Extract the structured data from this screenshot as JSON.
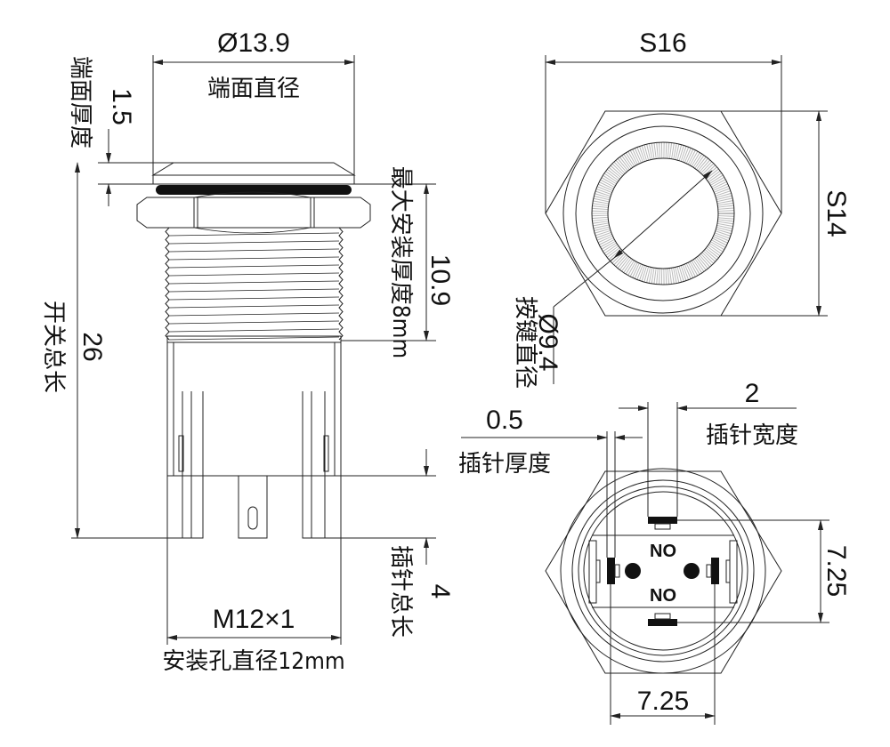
{
  "side_view": {
    "face_diameter_value": "Ø13.9",
    "face_diameter_label": "端面直径",
    "face_thickness_value": "1.5",
    "face_thickness_label": "端面厚度",
    "total_length_value": "26",
    "total_length_label": "开关总长",
    "max_panel_value": "10.9",
    "max_panel_label": "最大安装厚度8mm",
    "pin_length_value": "4",
    "pin_length_label": "插针总长",
    "thread_value": "M12×1",
    "thread_label": "安装孔直径12mm"
  },
  "top_view": {
    "hex_width_value": "S16",
    "hex_flat_value": "S14",
    "button_diameter_value": "Ø9.4",
    "button_diameter_label": "按键直径"
  },
  "bottom_view": {
    "pin_width_value": "2",
    "pin_width_label": "插针宽度",
    "pin_thickness_value": "0.5",
    "pin_thickness_label": "插针厚度",
    "pin_spacing_v_value": "7.25",
    "pin_spacing_h_value": "7.25",
    "contact_top": "NO",
    "contact_bottom": "NO"
  }
}
